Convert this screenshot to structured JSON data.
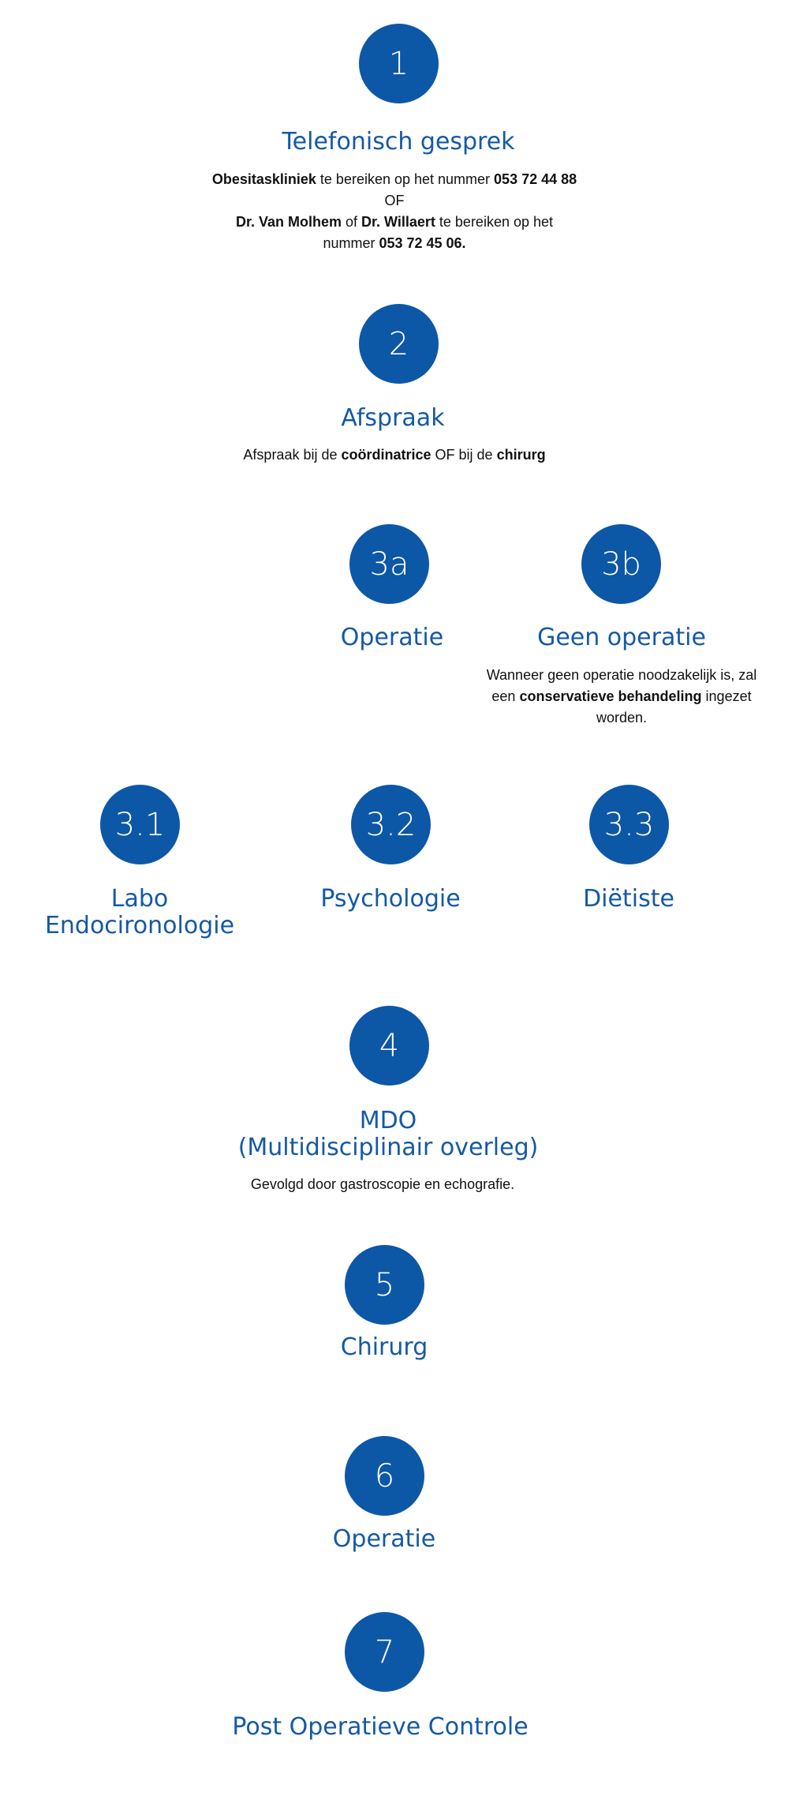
{
  "colors": {
    "accent": "#0d57a7",
    "title": "#1459a6",
    "text": "#111111"
  },
  "steps": {
    "s1": {
      "number": "1",
      "title": "Telefonisch gesprek",
      "line1": {
        "b1": "Obesitaskliniek",
        "t1": " te bereiken op het nummer ",
        "b2": "053 72 44 88"
      },
      "line2": "OF",
      "line3": {
        "b1": "Dr. Van Molhem",
        "t1": " of ",
        "b2": "Dr. Willaert",
        "t2": " te bereiken op het"
      },
      "line4": {
        "t1": "nummer ",
        "b1": "053 72 45 06."
      }
    },
    "s2": {
      "number": "2",
      "title": "Afspraak",
      "desc": {
        "t1": "Afspraak bij de ",
        "b1": "coördinatrice",
        "t2": " OF bij de ",
        "b2": "chirurg"
      }
    },
    "s3a": {
      "number": "3a",
      "title": "Operatie"
    },
    "s3b": {
      "number": "3b",
      "title": "Geen operatie",
      "line1": "Wanneer geen operatie noodzakelijk is, zal",
      "line2": {
        "t1": "een ",
        "b1": "conservatieve behandeling",
        "t2": " ingezet"
      },
      "line3": "worden."
    },
    "s31": {
      "number": "3.1",
      "title_line1": "Labo",
      "title_line2": "Endocironologie"
    },
    "s32": {
      "number": "3.2",
      "title": "Psychologie"
    },
    "s33": {
      "number": "3.3",
      "title": "Diëtiste"
    },
    "s4": {
      "number": "4",
      "title_line1": "MDO",
      "title_line2": "(Multidisciplinair overleg)",
      "desc": "Gevolgd door gastroscopie en echografie."
    },
    "s5": {
      "number": "5",
      "title": "Chirurg"
    },
    "s6": {
      "number": "6",
      "title": "Operatie"
    },
    "s7": {
      "number": "7",
      "title": "Post Operatieve Controle"
    }
  }
}
